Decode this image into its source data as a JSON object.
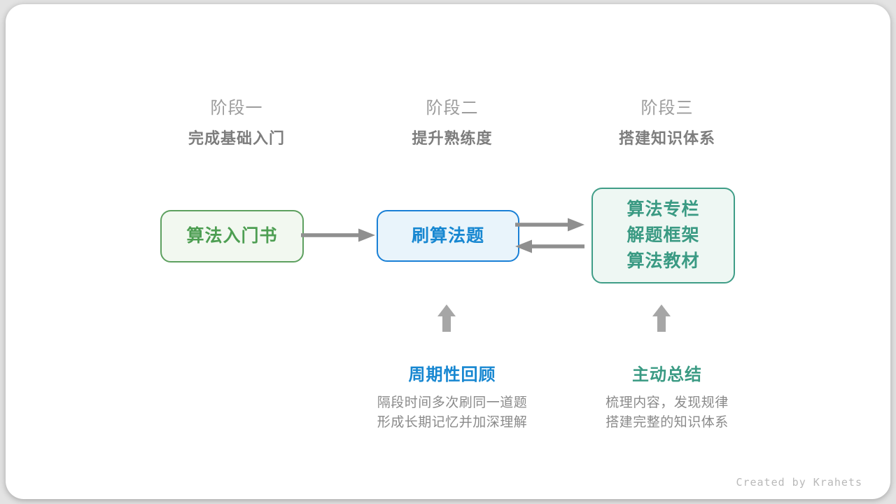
{
  "stages": [
    {
      "label": "阶段一",
      "subtitle": "完成基础入门"
    },
    {
      "label": "阶段二",
      "subtitle": "提升熟练度"
    },
    {
      "label": "阶段三",
      "subtitle": "搭建知识体系"
    }
  ],
  "nodes": [
    {
      "lines": [
        "算法入门书"
      ],
      "text_color": "#4d9e52",
      "border_color": "#5da05f",
      "bg_color": "#f2f8f0"
    },
    {
      "lines": [
        "刷算法题"
      ],
      "text_color": "#1787d1",
      "border_color": "#1a80d6",
      "bg_color": "#e9f4fb"
    },
    {
      "lines": [
        "算法专栏",
        "解题框架",
        "算法教材"
      ],
      "text_color": "#3a9a83",
      "border_color": "#3f9d87",
      "bg_color": "#eef7f3"
    }
  ],
  "annotations": [
    {
      "title": "周期性回顾",
      "title_color": "#1787d1",
      "desc_lines": [
        "隔段时间多次刷同一道题",
        "形成长期记忆并加深理解"
      ]
    },
    {
      "title": "主动总结",
      "title_color": "#3a9a83",
      "desc_lines": [
        "梳理内容，发现规律",
        "搭建完整的知识体系"
      ]
    }
  ],
  "credit": "Created by Krahets",
  "colors": {
    "connector_arrow": "#8f8f8f",
    "up_arrow": "#a6a6a6",
    "stage_label": "#9c9c9c",
    "stage_subtitle": "#7d7d7d",
    "description_text": "#8a8a8a",
    "credit_text": "#b9b9b9",
    "card_bg": "#ffffff",
    "page_bg": "#e3e3e3"
  }
}
